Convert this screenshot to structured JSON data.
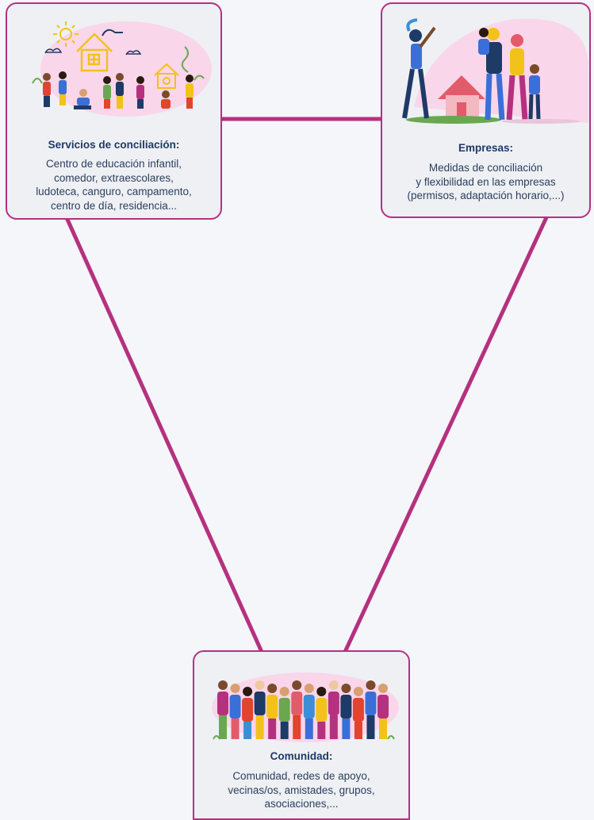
{
  "diagram": {
    "nodes": [
      {
        "title": "Servicios de conciliación:",
        "description": "Centro de educación infantil, comedor, extraescolares, ludoteca, canguro, campamento, centro de día, residencia...",
        "lines": [
          "Centro de educación infantil,",
          "comedor, extraescolares,",
          "ludoteca, canguro, campamento,",
          "centro de día, residencia..."
        ],
        "illustration": "children-playing-house-illustration"
      },
      {
        "title": "Empresas:",
        "description": "Medidas de conciliación y flexibilidad en las empresas (permisos, adaptación horario,...)",
        "lines": [
          "Medidas de conciliación",
          "y flexibilidad en las empresas",
          "(permisos, adaptación horario,...)"
        ],
        "illustration": "family-home-illustration"
      },
      {
        "title": "Comunidad:",
        "description": "Comunidad, redes de apoyo, vecinas/os, amistades, grupos, asociaciones,...",
        "lines": [
          "Comunidad, redes de apoyo,",
          "vecinas/os, amistades, grupos,",
          "asociaciones,..."
        ],
        "illustration": "diverse-crowd-illustration"
      }
    ],
    "edges": [
      {
        "from": "Servicios de conciliación:",
        "to": "Empresas:"
      },
      {
        "from": "Servicios de conciliación:",
        "to": "Comunidad:"
      },
      {
        "from": "Empresas:",
        "to": "Comunidad:"
      }
    ],
    "colors": {
      "connector": "#b5317f",
      "card_border": "#b5317f",
      "card_bg": "#eef0f4",
      "title_text": "#1e3a66",
      "body_text": "#2b3f5c",
      "blob_pink": "#f9d6ea",
      "background": "#f5f6fa"
    }
  }
}
